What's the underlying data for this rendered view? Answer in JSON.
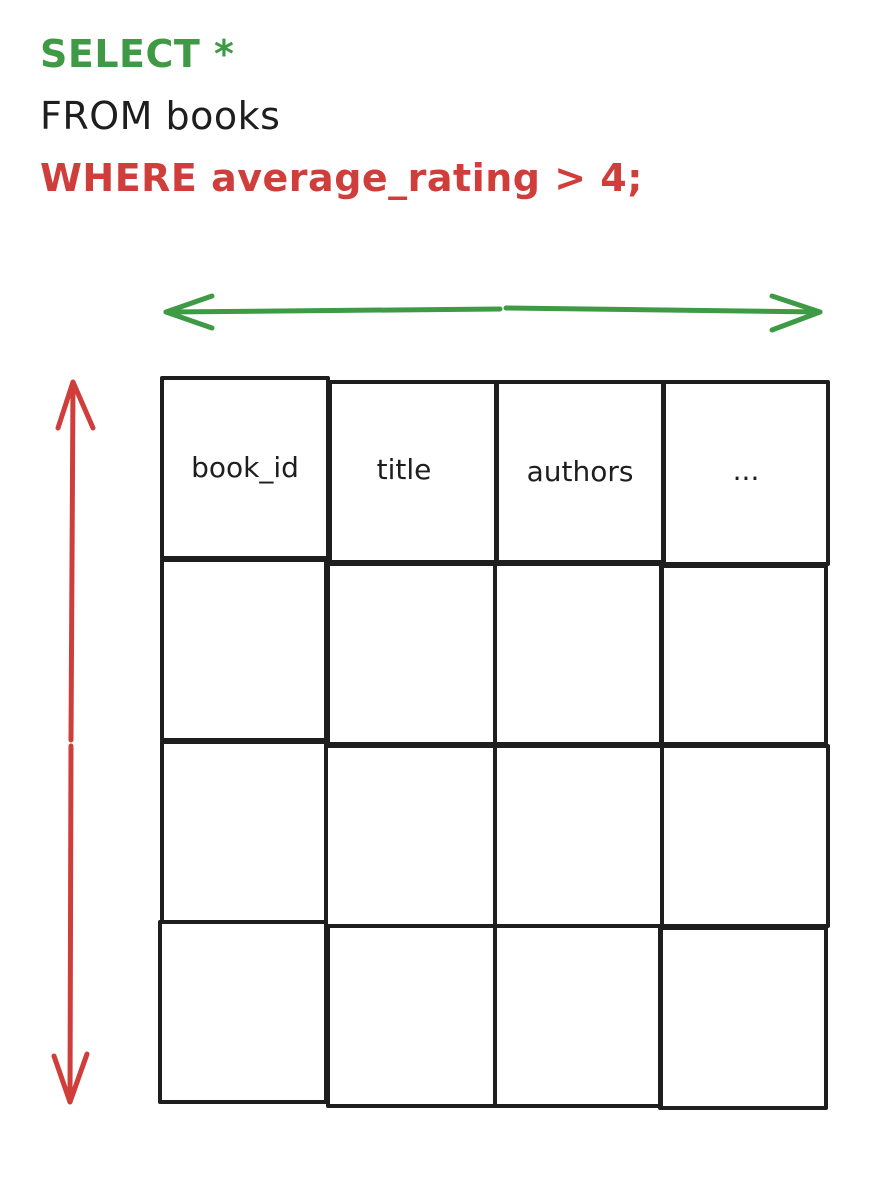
{
  "colors": {
    "keyword_select": "#3f9a45",
    "keyword_from": "#1e1e1e",
    "keyword_where": "#cf3e3a",
    "column_arrow": "#3f9a45",
    "row_arrow": "#cf3e3a",
    "grid_stroke": "#1e1e1e",
    "background": "#ffffff"
  },
  "query": {
    "select": "SELECT *",
    "from": "FROM books",
    "where": "WHERE average_rating > 4;"
  },
  "table": {
    "columns": [
      "book_id",
      "title",
      "authors",
      "..."
    ],
    "data_rows": 3
  }
}
